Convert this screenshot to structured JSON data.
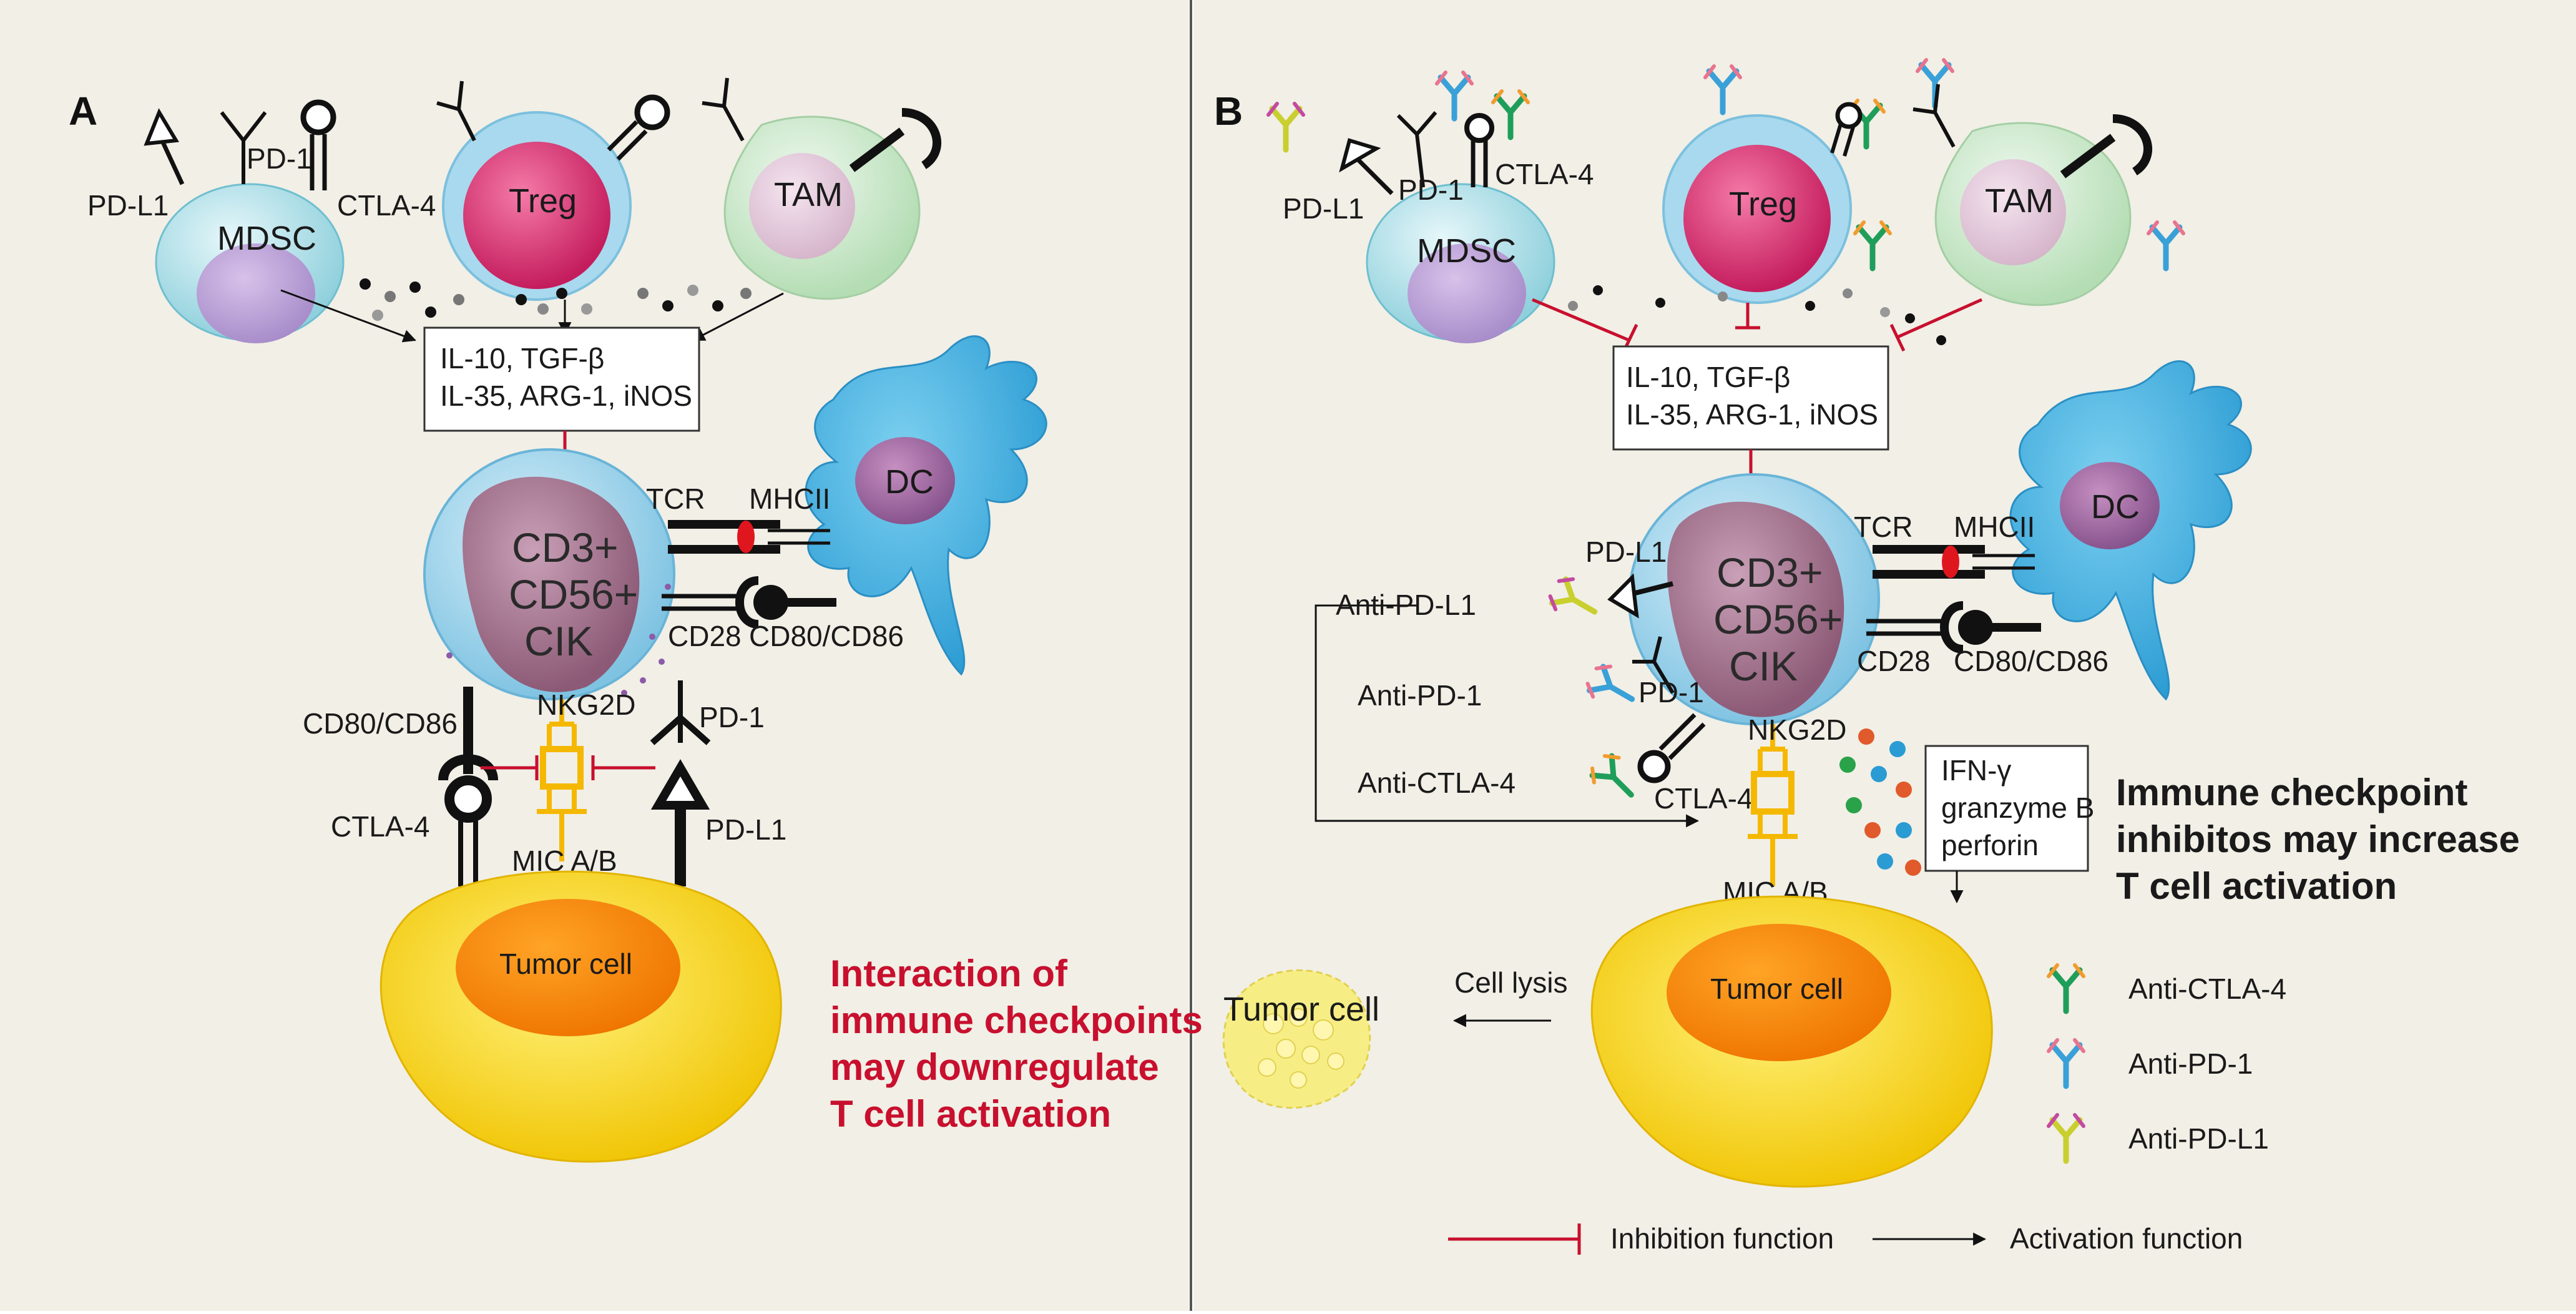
{
  "panels": {
    "a": {
      "letter": "A",
      "cells": {
        "mdsc": "MDSC",
        "treg": "Treg",
        "tam": "TAM",
        "cik": [
          "CD3+",
          "CD56+",
          "CIK"
        ],
        "dc": "DC",
        "tumor": "Tumor cell"
      },
      "receptors": {
        "pdl1_mdsc": "PD-L1",
        "pd1_mdsc": "PD-1",
        "ctla4_mdsc": "CTLA-4",
        "tcr": "TCR",
        "mhcii": "MHCII",
        "cd28": "CD28",
        "cd80cd86_dc": "CD80/CD86",
        "cd80cd86_left": "CD80/CD86",
        "nkg2d": "NKG2D",
        "pd1": "PD-1",
        "ctla4": "CTLA-4",
        "mic": "MIC A/B",
        "pdl1": "PD-L1"
      },
      "cytokine_box": [
        "IL-10, TGF-β",
        "IL-35, ARG-1, iNOS"
      ],
      "heading": [
        "Interaction of",
        "immune checkpoints",
        "may downregulate",
        "T cell activation"
      ]
    },
    "b": {
      "letter": "B",
      "cells": {
        "mdsc": "MDSC",
        "treg": "Treg",
        "tam": "TAM",
        "cik": [
          "CD3+",
          "CD56+",
          "CIK"
        ],
        "dc": "DC",
        "tumor": "Tumor cell",
        "lysed": "Tumor cell"
      },
      "receptors": {
        "pdl1_mdsc": "PD-L1",
        "pd1_mdsc": "PD-1",
        "ctla4_mdsc": "CTLA-4",
        "tcr": "TCR",
        "mhcii": "MHCII",
        "pdl1_cik": "PD-L1",
        "pd1_cik": "PD-1",
        "cd28": "CD28",
        "cd80cd86_dc": "CD80/CD86",
        "nkg2d": "NKG2D",
        "ctla4_cik": "CTLA-4",
        "mic": "MIC A/B"
      },
      "cytokine_box": [
        "IL-10, TGF-β",
        "IL-35, ARG-1, iNOS"
      ],
      "antibody_labels": {
        "anti_pdl1": "Anti-PD-L1",
        "anti_pd1": "Anti-PD-1",
        "anti_ctla4": "Anti-CTLA-4"
      },
      "effector_box": [
        "IFN-γ",
        "granzyme B",
        "perforin"
      ],
      "cell_lysis": "Cell lysis",
      "heading": [
        "Immune checkpoint",
        "inhibitos may increase",
        "T cell activation"
      ],
      "key": [
        {
          "label": "Anti-CTLA-4",
          "color": "#1f9e5a"
        },
        {
          "label": "Anti-PD-1",
          "color": "#3aa0d8"
        },
        {
          "label": "Anti-PD-L1",
          "color": "#c9cf2e"
        }
      ]
    }
  },
  "legend": {
    "inhibition": "Inhibition function",
    "activation": "Activation function"
  },
  "colors": {
    "panel_bg": "#f1efe6",
    "inhibition": "#c8102e",
    "activation": "#111111",
    "mdsc": "#a9dde6",
    "treg": "#d8306f",
    "tam": "#c9e8c9",
    "cik": "#a77590",
    "dc": "#45b0e0",
    "tumor": "#f2c200",
    "nkg2d": "#f5b800"
  }
}
